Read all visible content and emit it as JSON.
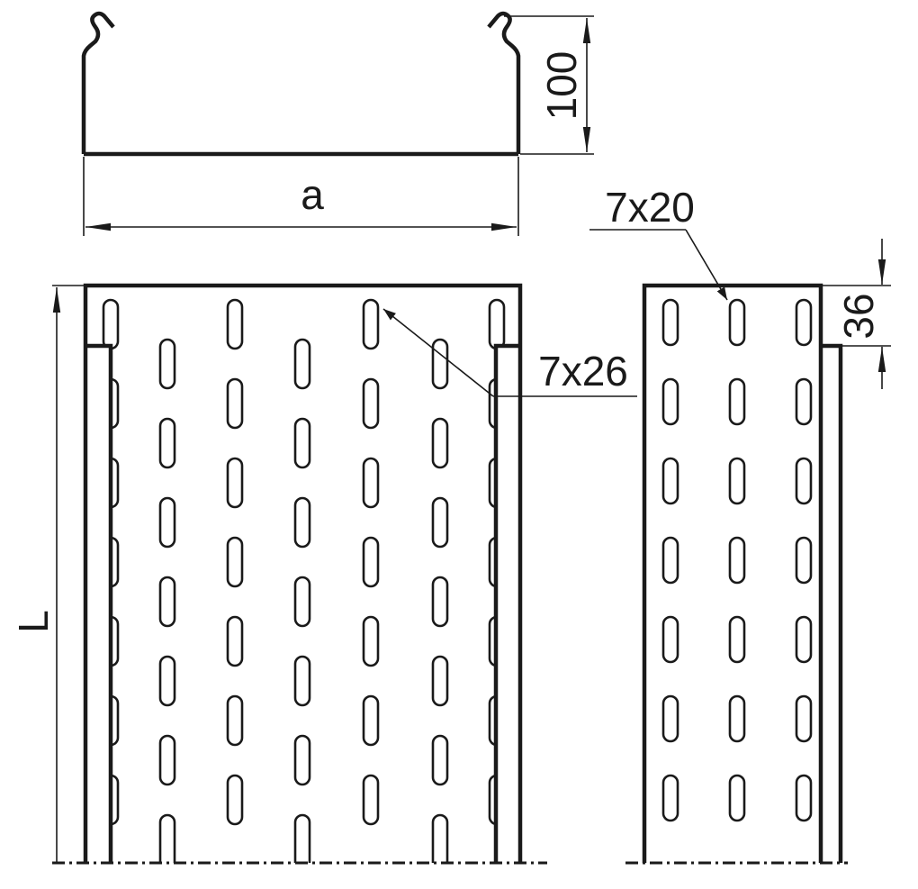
{
  "drawing": {
    "height_dim": "100",
    "width_dim": "a",
    "length_dim": "L",
    "side_slot_label": "7x20",
    "bottom_slot_label": "7x26",
    "slot_offset_dim": "36"
  },
  "colors": {
    "line": "#1a1a1a",
    "background": "#ffffff"
  }
}
